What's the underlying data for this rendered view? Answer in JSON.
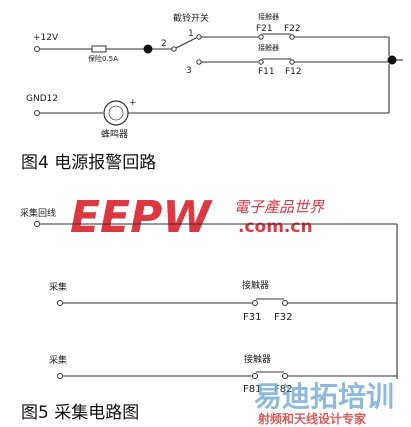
{
  "figure4": {
    "labels": {
      "plus12v": "+12V",
      "fuse": "保险0.5A",
      "switch_name": "截铃开关",
      "switch_pin2": "2",
      "switch_pin1": "1",
      "switch_pin3": "3",
      "contactor_top": "接触器",
      "f21": "F21",
      "f22": "F22",
      "contactor_mid": "接触器",
      "f11": "F11",
      "f12": "F12",
      "gnd": "GND12",
      "plus": "+",
      "buzzer": "蜂鸣器"
    },
    "caption": "图4  电源报警回路"
  },
  "figure5": {
    "labels": {
      "loop": "采集回线",
      "collect1": "采集",
      "contactor1": "接触器",
      "f31": "F31",
      "f32": "F32",
      "collect2": "采集",
      "contactor2": "接触器",
      "f81": "F81",
      "f82": "F82"
    },
    "caption": "图5  采集电路图"
  },
  "watermarks": {
    "eepw_logo": "EEPW",
    "eepw_chinese": "電子產品世界",
    "eepw_site": ".com.cn",
    "training_logo": "易迪拓培训",
    "training_sub": "射频和天线设计专家"
  },
  "colors": {
    "eepw_red": "#d9232d",
    "training_blue": "#7ab0d8",
    "training_red": "#d24a4a"
  }
}
